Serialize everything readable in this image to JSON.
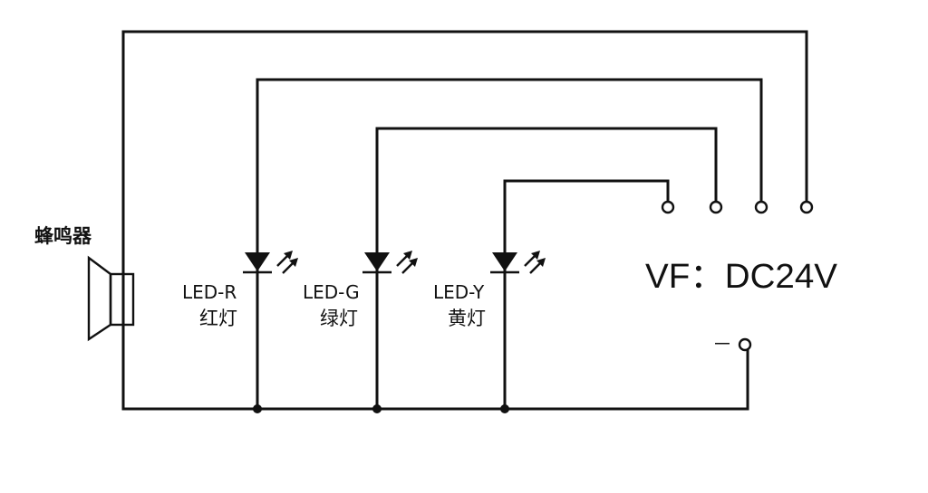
{
  "diagram": {
    "buzzer_label": "蜂鸣器",
    "supply_label": "VF：DC24V",
    "negative_label": "－",
    "leds": [
      {
        "id": "red",
        "code": "LED-R",
        "name": "红灯"
      },
      {
        "id": "green",
        "code": "LED-G",
        "name": "绿灯"
      },
      {
        "id": "yellow",
        "code": "LED-Y",
        "name": "黄灯"
      }
    ],
    "icons": {
      "buzzer": "speaker-icon",
      "led": "led-diode-icon",
      "terminal": "terminal-circle-icon"
    }
  }
}
